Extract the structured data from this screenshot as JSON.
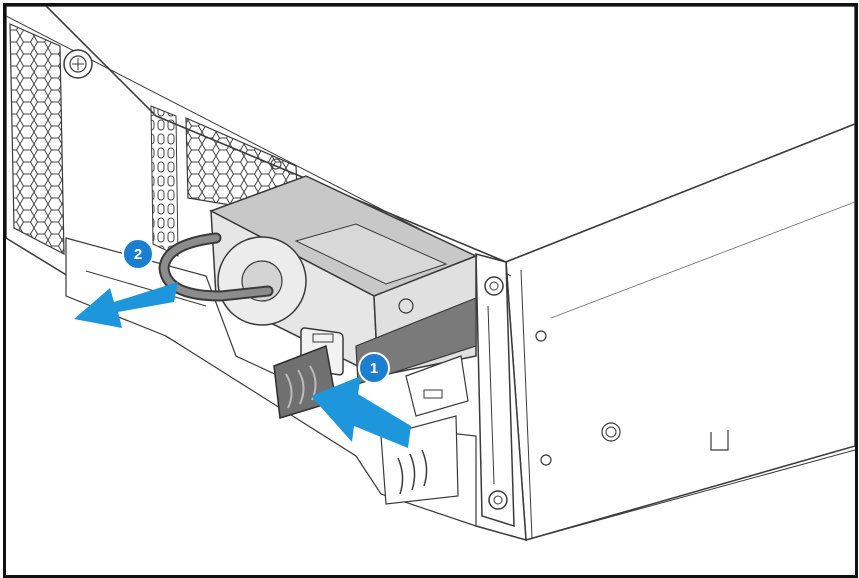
{
  "figure": {
    "type": "hardware-installation-illustration",
    "subject": "power-supply-unit-removal",
    "steps": [
      {
        "number": "1",
        "action": "push-release-latch",
        "direction": "left"
      },
      {
        "number": "2",
        "action": "pull-psu-by-handle",
        "direction": "left"
      }
    ]
  },
  "colors": {
    "frame": "#111111",
    "line": "#3a3a3a",
    "callout": "#1b7fd1",
    "arrow": "#1e96dc",
    "latch": "#7a7a7a",
    "handle": "#8c8c8c",
    "psu_top": "#c8c8c8"
  }
}
